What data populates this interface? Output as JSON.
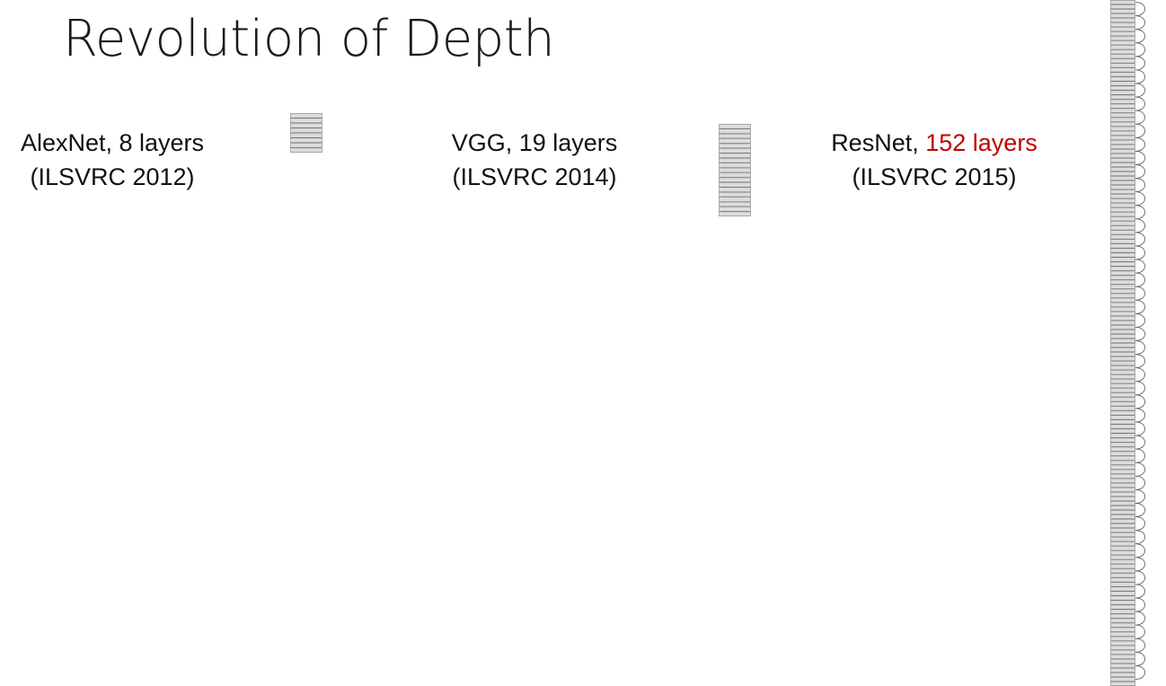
{
  "slide": {
    "title": "Revolution of Depth"
  },
  "networks": [
    {
      "name": "AlexNet",
      "name_text": "AlexNet, 8 layers",
      "layers": 8,
      "competition": "(ILSVRC 2012)"
    },
    {
      "name": "VGG",
      "name_text": "VGG, 19 layers",
      "layers": 19,
      "competition": "(ILSVRC 2014)"
    },
    {
      "name": "ResNet",
      "name_prefix": "ResNet, ",
      "layers_text": "152 layers",
      "layers": 152,
      "competition": "(ILSVRC 2015)",
      "highlight_color": "#c00000"
    }
  ]
}
